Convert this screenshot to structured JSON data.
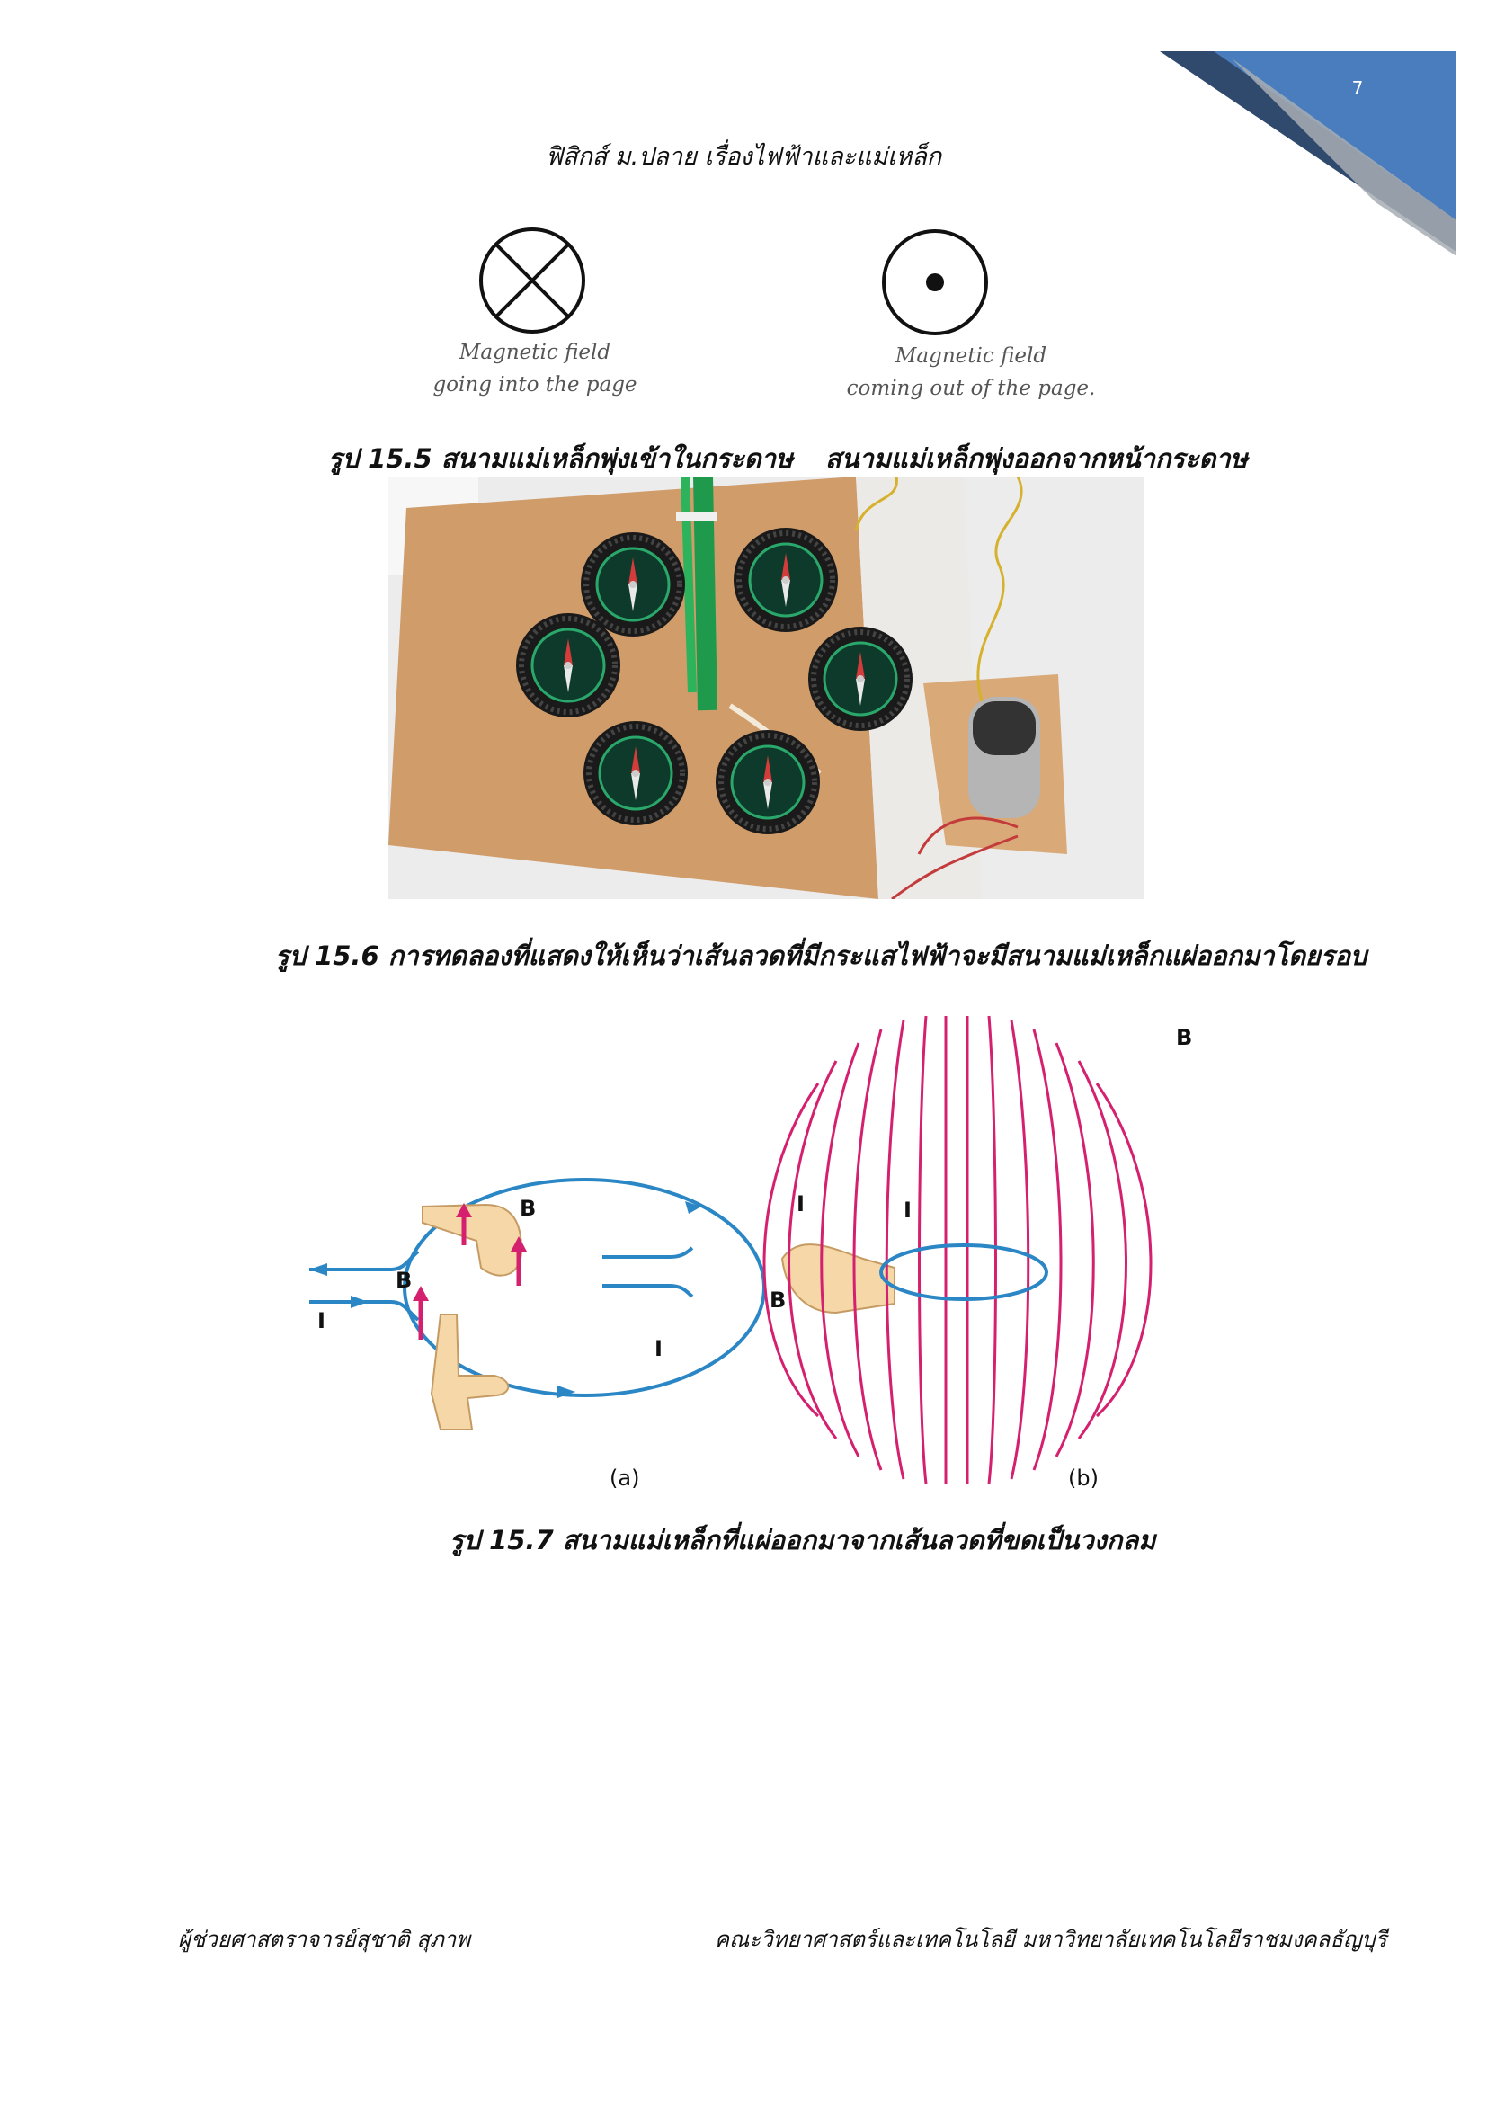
{
  "page": {
    "number": "7",
    "header": "ฟิสิกส์ ม.ปลาย เรื่องไฟฟ้าและแม่เหล็ก"
  },
  "symbols": {
    "into": {
      "line1": "Magnetic field",
      "line2": "going into the page"
    },
    "out": {
      "line1": "Magnetic field",
      "line2": "coming out of the page."
    }
  },
  "captions": {
    "fig_15_5_a": "รูป 15.5   สนามแม่เหล็กพุ่งเข้าในกระดาษ",
    "fig_15_5_b": "สนามแม่เหล็กพุ่งออกจากหน้ากระดาษ",
    "fig_15_6": "รูป 15.6  การทดลองที่แสดงให้เห็นว่าเส้นลวดที่มีกระแสไฟฟ้าจะมีสนามแม่เหล็กแผ่ออกมาโดยรอบ",
    "fig_15_7": "รูป 15.7  สนามแม่เหล็กที่แผ่ออกมาจากเส้นลวดที่ขดเป็นวงกลม"
  },
  "figure_labels": {
    "current": "I",
    "field": "B",
    "panel_a": "(a)",
    "panel_b": "(b)"
  },
  "footer": {
    "left": "ผู้ช่วยศาสตราจารย์สุชาติ สุภาพ",
    "right": "คณะวิทยาศาสตร์และเทคโนโลยี มหาวิทยาลัยเทคโนโลยีราชมงคลธัญบุรี"
  },
  "colors": {
    "corner_dark": "#2f4a6c",
    "corner_blue": "#4a7dbd",
    "corner_gray": "#a7adb4",
    "wire": "#2b86c5",
    "field": "#d4206f",
    "cardboard": "#d2a06e"
  }
}
